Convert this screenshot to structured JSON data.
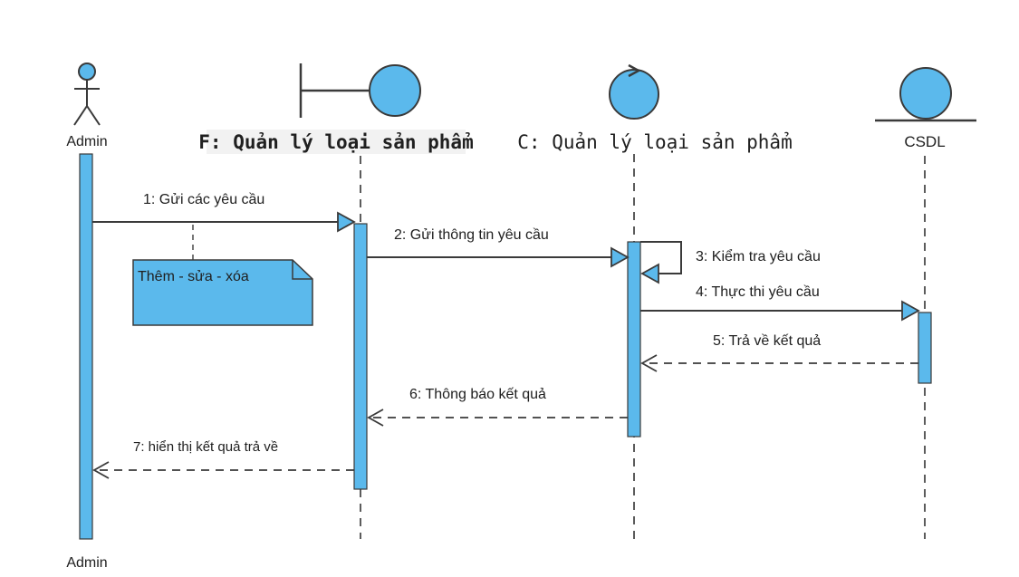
{
  "diagram": {
    "participants": [
      {
        "id": "admin",
        "kind": "actor",
        "label": "Admin"
      },
      {
        "id": "boundary",
        "kind": "boundary",
        "label": "F: Quản lý loại sản phẩm"
      },
      {
        "id": "control",
        "kind": "control",
        "label": "C: Quản lý loại sản phẩm"
      },
      {
        "id": "entity",
        "kind": "entity",
        "label": "CSDL"
      }
    ],
    "footer_label": "Admin",
    "note": {
      "text": "Thêm - sửa - xóa"
    },
    "messages": [
      {
        "label": "1: Gửi các yêu cầu",
        "style": "sync"
      },
      {
        "label": "2: Gửi thông tin yêu cầu",
        "style": "sync"
      },
      {
        "label": "3: Kiểm tra yêu cầu",
        "style": "self"
      },
      {
        "label": "4: Thực thi yêu cầu",
        "style": "sync"
      },
      {
        "label": "5: Trả về kết quả",
        "style": "return"
      },
      {
        "label": "6: Thông báo kết quả",
        "style": "return"
      },
      {
        "label": "7: hiển thị kết quả trả về",
        "style": "return"
      }
    ],
    "colors": {
      "fill": "#5bb9ec",
      "stroke": "#3a3a3a",
      "line": "#4a4a4a",
      "text": "#202020"
    }
  }
}
